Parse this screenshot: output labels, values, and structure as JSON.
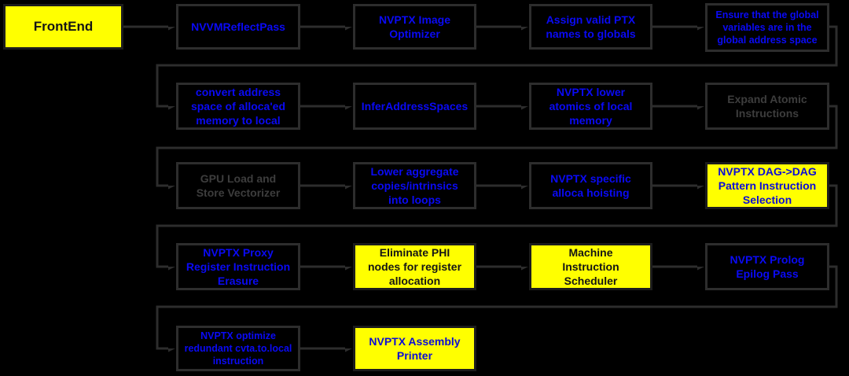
{
  "colors": {
    "background": "#000000",
    "highlight_yellow": "#ffff00",
    "text_blue": "#0a0af5",
    "text_blue_on_yellow": "#0b0bd8",
    "text_gray": "#3d3d3d",
    "text_black": "#151515",
    "line_gray": "#2d2d2d"
  },
  "rows": [
    {
      "nodes": [
        {
          "id": "frontend",
          "label": "FrontEnd"
        },
        {
          "id": "nvvm-reflect-pass",
          "label": "NVVMReflectPass"
        },
        {
          "id": "nvptx-image-optimizer",
          "label": "NVPTX Image\nOptimizer"
        },
        {
          "id": "assign-valid-ptx-names",
          "label": "Assign valid PTX\nnames to globals"
        },
        {
          "id": "ensure-global-variables",
          "label": "Ensure that the global\nvariables are in the\nglobal address space"
        }
      ]
    },
    {
      "nodes": [
        {
          "id": "convert-address-space",
          "label": "convert address\nspace of alloca'ed\nmemory to local"
        },
        {
          "id": "infer-address-spaces",
          "label": "InferAddressSpaces"
        },
        {
          "id": "nvptx-lower-atomics",
          "label": "NVPTX lower\natomics of local\nmemory"
        },
        {
          "id": "expand-atomic-instructions",
          "label": "Expand Atomic\nInstructions"
        }
      ]
    },
    {
      "nodes": [
        {
          "id": "gpu-load-store-vectorizer",
          "label": "GPU Load and\nStore Vectorizer"
        },
        {
          "id": "lower-aggregate-copies",
          "label": "Lower aggregate\ncopies/intrinsics\ninto loops"
        },
        {
          "id": "nvptx-specific-alloca-hoisting",
          "label": "NVPTX specific\nalloca hoisting"
        },
        {
          "id": "nvptx-dag-dag-selection",
          "label": "NVPTX DAG->DAG\nPattern Instruction\nSelection"
        }
      ]
    },
    {
      "nodes": [
        {
          "id": "nvptx-proxy-register-erasure",
          "label": "NVPTX Proxy\nRegister Instruction\nErasure"
        },
        {
          "id": "eliminate-phi-nodes",
          "label": "Eliminate PHI\nnodes for register\nallocation"
        },
        {
          "id": "machine-instruction-scheduler",
          "label": "Machine\nInstruction\nScheduler"
        },
        {
          "id": "nvptx-prolog-epilog-pass",
          "label": "NVPTX Prolog\nEpilog Pass"
        }
      ]
    },
    {
      "nodes": [
        {
          "id": "nvptx-optimize-redundant-cvta",
          "label": "NVPTX optimize\nredundant cvta.to.local\ninstruction"
        },
        {
          "id": "nvptx-assembly-printer",
          "label": "NVPTX Assembly\nPrinter"
        }
      ]
    }
  ]
}
